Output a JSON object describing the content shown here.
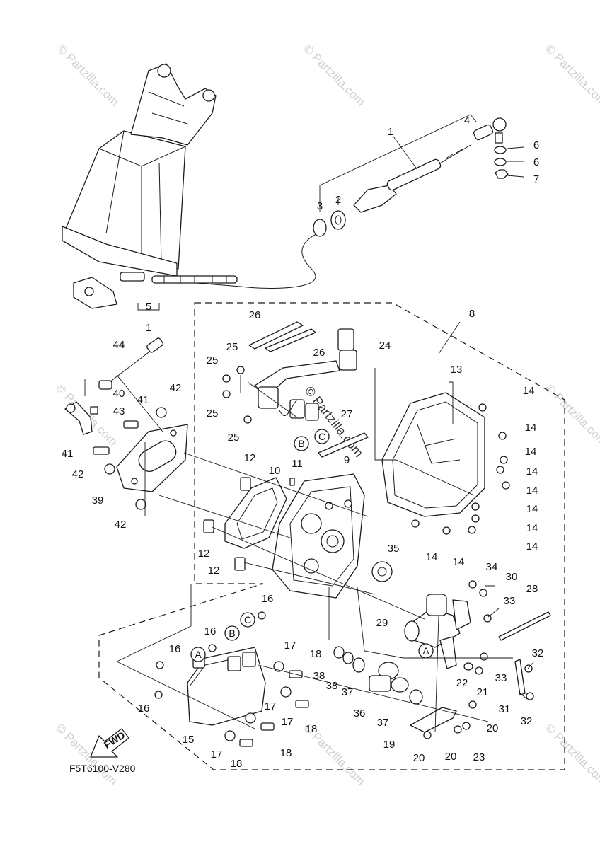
{
  "diagram_code": "F5T6100-V280",
  "fwd_label": "FWD",
  "watermark": "© Partzilla.com",
  "center_watermark": "© Partzilla.com",
  "callouts": {
    "c1": "1",
    "c1b": "1",
    "c2": "2",
    "c3": "3",
    "c4": "4",
    "c5": "5",
    "c6a": "6",
    "c6b": "6",
    "c7": "7",
    "c8": "8",
    "c9": "9",
    "c10": "10",
    "c11": "11",
    "c12a": "12",
    "c12b": "12",
    "c12c": "12",
    "c13": "13",
    "c14a": "14",
    "c14b": "14",
    "c14c": "14",
    "c14d": "14",
    "c14e": "14",
    "c14f": "14",
    "c14g": "14",
    "c14h": "14",
    "c14i": "14",
    "c14j": "14",
    "c14k": "14",
    "c14l": "14",
    "c15": "15",
    "c16a": "16",
    "c16b": "16",
    "c16c": "16",
    "c16d": "16",
    "c17a": "17",
    "c17b": "17",
    "c17c": "17",
    "c17d": "17",
    "c18a": "18",
    "c18b": "18",
    "c18c": "18",
    "c18d": "18",
    "c19": "19",
    "c20a": "20",
    "c20b": "20",
    "c20c": "20",
    "c21": "21",
    "c22": "22",
    "c23": "23",
    "c24": "24",
    "c25a": "25",
    "c25b": "25",
    "c25c": "25",
    "c26a": "26",
    "c26b": "26",
    "c27": "27",
    "c28": "28",
    "c29": "29",
    "c30": "30",
    "c31": "31",
    "c32a": "32",
    "c32b": "32",
    "c33a": "33",
    "c33b": "33",
    "c34": "34",
    "c35": "35",
    "c36": "36",
    "c37a": "37",
    "c37b": "37",
    "c38a": "38",
    "c38b": "38",
    "c39": "39",
    "c40": "40",
    "c41a": "41",
    "c41b": "41",
    "c42a": "42",
    "c42b": "42",
    "c42c": "42",
    "c43": "43",
    "c44": "44"
  },
  "connectors": {
    "A": "A",
    "B": "B",
    "C": "C"
  }
}
